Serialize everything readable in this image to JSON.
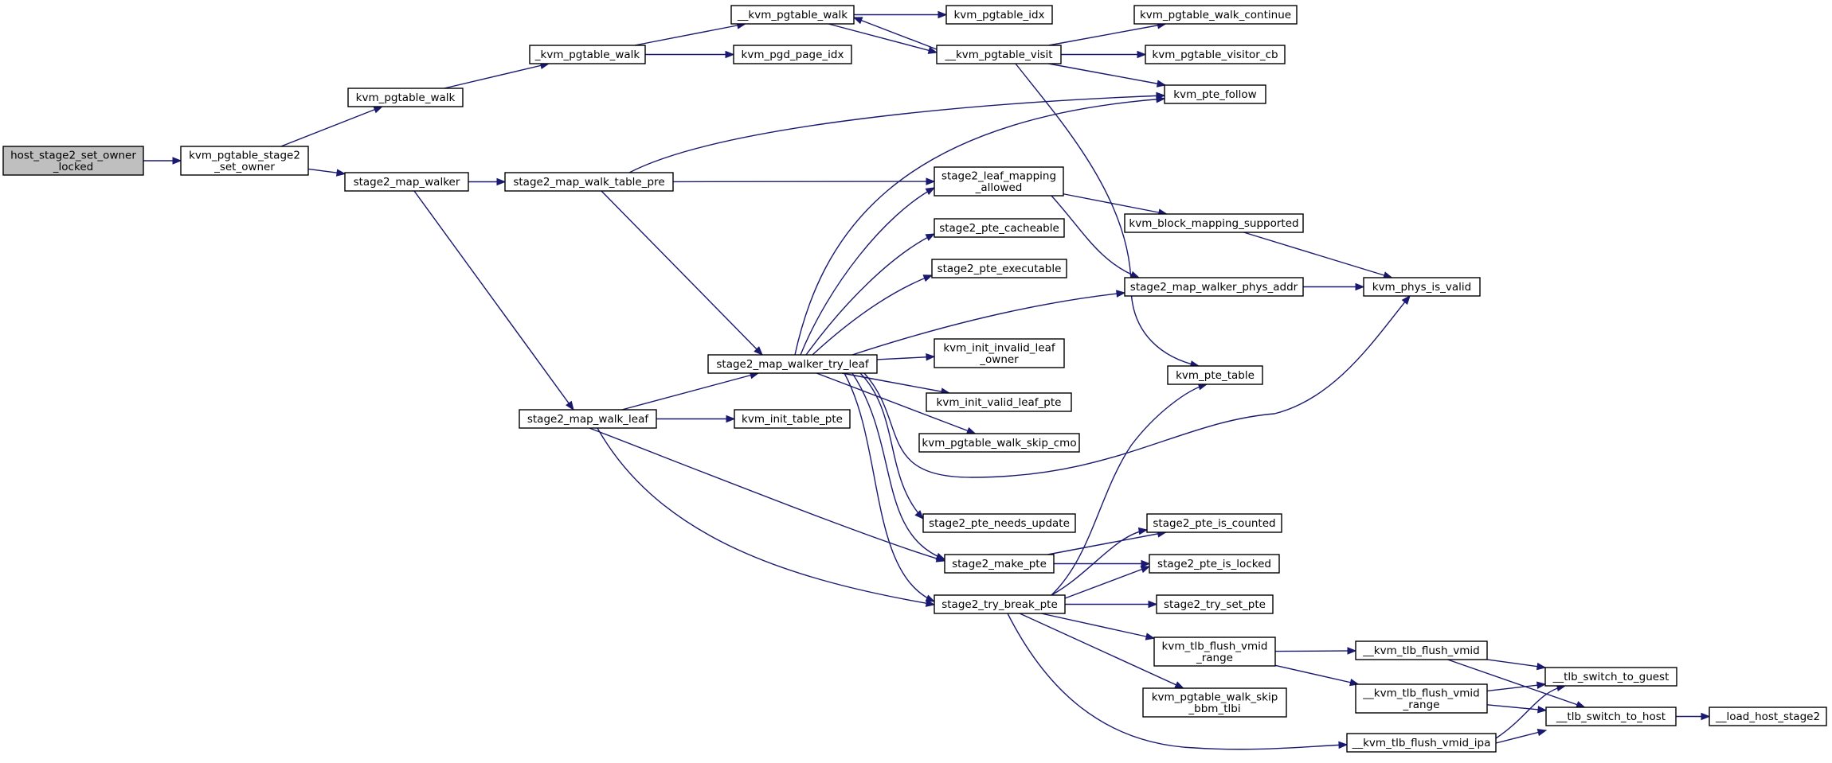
{
  "graph": {
    "colors": {
      "edge": "#191970",
      "root_fill": "#bfbfbf",
      "node_fill": "#ffffff",
      "node_border": "#000000"
    },
    "nodes": [
      {
        "id": "host_stage2_set_owner_locked",
        "lines": [
          "host_stage2_set_owner",
          "_locked"
        ],
        "root": true
      },
      {
        "id": "kvm_pgtable_stage2_set_owner",
        "lines": [
          "kvm_pgtable_stage2",
          "_set_owner"
        ]
      },
      {
        "id": "kvm_pgtable_walk",
        "lines": [
          "kvm_pgtable_walk"
        ]
      },
      {
        "id": "_kvm_pgtable_walk",
        "lines": [
          "_kvm_pgtable_walk"
        ]
      },
      {
        "id": "__kvm_pgtable_walk",
        "lines": [
          "__kvm_pgtable_walk"
        ]
      },
      {
        "id": "kvm_pgtable_idx",
        "lines": [
          "kvm_pgtable_idx"
        ]
      },
      {
        "id": "kvm_pgd_page_idx",
        "lines": [
          "kvm_pgd_page_idx"
        ]
      },
      {
        "id": "__kvm_pgtable_visit",
        "lines": [
          "__kvm_pgtable_visit"
        ]
      },
      {
        "id": "kvm_pgtable_walk_continue",
        "lines": [
          "kvm_pgtable_walk_continue"
        ]
      },
      {
        "id": "kvm_pgtable_visitor_cb",
        "lines": [
          "kvm_pgtable_visitor_cb"
        ]
      },
      {
        "id": "kvm_pte_follow",
        "lines": [
          "kvm_pte_follow"
        ]
      },
      {
        "id": "stage2_map_walker",
        "lines": [
          "stage2_map_walker"
        ]
      },
      {
        "id": "stage2_map_walk_table_pre",
        "lines": [
          "stage2_map_walk_table_pre"
        ]
      },
      {
        "id": "stage2_leaf_mapping_allowed",
        "lines": [
          "stage2_leaf_mapping",
          "_allowed"
        ]
      },
      {
        "id": "kvm_block_mapping_supported",
        "lines": [
          "kvm_block_mapping_supported"
        ]
      },
      {
        "id": "stage2_pte_cacheable",
        "lines": [
          "stage2_pte_cacheable"
        ]
      },
      {
        "id": "stage2_pte_executable",
        "lines": [
          "stage2_pte_executable"
        ]
      },
      {
        "id": "stage2_map_walker_phys_addr",
        "lines": [
          "stage2_map_walker_phys_addr"
        ]
      },
      {
        "id": "kvm_phys_is_valid",
        "lines": [
          "kvm_phys_is_valid"
        ]
      },
      {
        "id": "stage2_map_walker_try_leaf",
        "lines": [
          "stage2_map_walker_try_leaf"
        ]
      },
      {
        "id": "kvm_init_invalid_leaf_owner",
        "lines": [
          "kvm_init_invalid_leaf",
          "_owner"
        ]
      },
      {
        "id": "kvm_pte_table",
        "lines": [
          "kvm_pte_table"
        ]
      },
      {
        "id": "kvm_init_valid_leaf_pte",
        "lines": [
          "kvm_init_valid_leaf_pte"
        ]
      },
      {
        "id": "stage2_map_walk_leaf",
        "lines": [
          "stage2_map_walk_leaf"
        ]
      },
      {
        "id": "kvm_init_table_pte",
        "lines": [
          "kvm_init_table_pte"
        ]
      },
      {
        "id": "kvm_pgtable_walk_skip_cmo",
        "lines": [
          "kvm_pgtable_walk_skip_cmo"
        ]
      },
      {
        "id": "stage2_pte_needs_update",
        "lines": [
          "stage2_pte_needs_update"
        ]
      },
      {
        "id": "stage2_pte_is_counted",
        "lines": [
          "stage2_pte_is_counted"
        ]
      },
      {
        "id": "stage2_make_pte",
        "lines": [
          "stage2_make_pte"
        ]
      },
      {
        "id": "stage2_pte_is_locked",
        "lines": [
          "stage2_pte_is_locked"
        ]
      },
      {
        "id": "stage2_try_break_pte",
        "lines": [
          "stage2_try_break_pte"
        ]
      },
      {
        "id": "stage2_try_set_pte",
        "lines": [
          "stage2_try_set_pte"
        ]
      },
      {
        "id": "kvm_tlb_flush_vmid_range",
        "lines": [
          "kvm_tlb_flush_vmid",
          "_range"
        ]
      },
      {
        "id": "__kvm_tlb_flush_vmid",
        "lines": [
          "__kvm_tlb_flush_vmid"
        ]
      },
      {
        "id": "__tlb_switch_to_guest",
        "lines": [
          "__tlb_switch_to_guest"
        ]
      },
      {
        "id": "__kvm_tlb_flush_vmid_range",
        "lines": [
          "__kvm_tlb_flush_vmid",
          "_range"
        ]
      },
      {
        "id": "kvm_pgtable_walk_skip_bbm_tlbi",
        "lines": [
          "kvm_pgtable_walk_skip",
          "_bbm_tlbi"
        ]
      },
      {
        "id": "__tlb_switch_to_host",
        "lines": [
          "__tlb_switch_to_host"
        ]
      },
      {
        "id": "__load_host_stage2",
        "lines": [
          "__load_host_stage2"
        ]
      },
      {
        "id": "__kvm_tlb_flush_vmid_ipa",
        "lines": [
          "__kvm_tlb_flush_vmid_ipa"
        ]
      }
    ],
    "edges": [
      {
        "from": "host_stage2_set_owner_locked",
        "to": "kvm_pgtable_stage2_set_owner"
      },
      {
        "from": "kvm_pgtable_stage2_set_owner",
        "to": "kvm_pgtable_walk"
      },
      {
        "from": "kvm_pgtable_stage2_set_owner",
        "to": "stage2_map_walker"
      },
      {
        "from": "kvm_pgtable_walk",
        "to": "_kvm_pgtable_walk"
      },
      {
        "from": "_kvm_pgtable_walk",
        "to": "__kvm_pgtable_walk"
      },
      {
        "from": "_kvm_pgtable_walk",
        "to": "kvm_pgd_page_idx"
      },
      {
        "from": "__kvm_pgtable_walk",
        "to": "kvm_pgtable_idx"
      },
      {
        "from": "__kvm_pgtable_walk",
        "to": "__kvm_pgtable_visit"
      },
      {
        "from": "__kvm_pgtable_visit",
        "to": "__kvm_pgtable_walk"
      },
      {
        "from": "__kvm_pgtable_visit",
        "to": "kvm_pgtable_walk_continue"
      },
      {
        "from": "__kvm_pgtable_visit",
        "to": "kvm_pgtable_visitor_cb"
      },
      {
        "from": "__kvm_pgtable_visit",
        "to": "kvm_pte_follow"
      },
      {
        "from": "__kvm_pgtable_visit",
        "to": "kvm_pte_table"
      },
      {
        "from": "stage2_map_walker",
        "to": "stage2_map_walk_table_pre"
      },
      {
        "from": "stage2_map_walker",
        "to": "stage2_map_walk_leaf"
      },
      {
        "from": "stage2_map_walk_table_pre",
        "to": "kvm_pte_follow"
      },
      {
        "from": "stage2_map_walk_table_pre",
        "to": "stage2_leaf_mapping_allowed"
      },
      {
        "from": "stage2_map_walk_table_pre",
        "to": "stage2_map_walker_try_leaf"
      },
      {
        "from": "stage2_leaf_mapping_allowed",
        "to": "kvm_block_mapping_supported"
      },
      {
        "from": "stage2_leaf_mapping_allowed",
        "to": "stage2_map_walker_phys_addr"
      },
      {
        "from": "kvm_block_mapping_supported",
        "to": "kvm_phys_is_valid"
      },
      {
        "from": "stage2_map_walker_phys_addr",
        "to": "kvm_phys_is_valid"
      },
      {
        "from": "stage2_map_walker_try_leaf",
        "to": "kvm_pte_follow"
      },
      {
        "from": "stage2_map_walker_try_leaf",
        "to": "stage2_leaf_mapping_allowed"
      },
      {
        "from": "stage2_map_walker_try_leaf",
        "to": "stage2_pte_cacheable"
      },
      {
        "from": "stage2_map_walker_try_leaf",
        "to": "stage2_pte_executable"
      },
      {
        "from": "stage2_map_walker_try_leaf",
        "to": "stage2_map_walker_phys_addr"
      },
      {
        "from": "stage2_map_walker_try_leaf",
        "to": "kvm_init_invalid_leaf_owner"
      },
      {
        "from": "stage2_map_walker_try_leaf",
        "to": "kvm_init_valid_leaf_pte"
      },
      {
        "from": "stage2_map_walker_try_leaf",
        "to": "kvm_pgtable_walk_skip_cmo"
      },
      {
        "from": "stage2_map_walker_try_leaf",
        "to": "kvm_phys_is_valid"
      },
      {
        "from": "stage2_map_walker_try_leaf",
        "to": "stage2_pte_needs_update"
      },
      {
        "from": "stage2_map_walker_try_leaf",
        "to": "stage2_make_pte"
      },
      {
        "from": "stage2_map_walker_try_leaf",
        "to": "stage2_try_break_pte"
      },
      {
        "from": "stage2_map_walk_leaf",
        "to": "stage2_map_walker_try_leaf"
      },
      {
        "from": "stage2_map_walk_leaf",
        "to": "kvm_init_table_pte"
      },
      {
        "from": "stage2_map_walk_leaf",
        "to": "stage2_make_pte"
      },
      {
        "from": "stage2_map_walk_leaf",
        "to": "stage2_try_break_pte"
      },
      {
        "from": "stage2_make_pte",
        "to": "stage2_pte_is_counted"
      },
      {
        "from": "stage2_make_pte",
        "to": "stage2_pte_is_locked"
      },
      {
        "from": "stage2_try_break_pte",
        "to": "kvm_pte_table"
      },
      {
        "from": "stage2_try_break_pte",
        "to": "stage2_pte_is_counted"
      },
      {
        "from": "stage2_try_break_pte",
        "to": "stage2_pte_is_locked"
      },
      {
        "from": "stage2_try_break_pte",
        "to": "stage2_try_set_pte"
      },
      {
        "from": "stage2_try_break_pte",
        "to": "kvm_tlb_flush_vmid_range"
      },
      {
        "from": "stage2_try_break_pte",
        "to": "kvm_pgtable_walk_skip_bbm_tlbi"
      },
      {
        "from": "stage2_try_break_pte",
        "to": "__kvm_tlb_flush_vmid_ipa"
      },
      {
        "from": "kvm_tlb_flush_vmid_range",
        "to": "__kvm_tlb_flush_vmid"
      },
      {
        "from": "kvm_tlb_flush_vmid_range",
        "to": "__kvm_tlb_flush_vmid_range"
      },
      {
        "from": "__kvm_tlb_flush_vmid",
        "to": "__tlb_switch_to_guest"
      },
      {
        "from": "__kvm_tlb_flush_vmid",
        "to": "__tlb_switch_to_host"
      },
      {
        "from": "__kvm_tlb_flush_vmid_range",
        "to": "__tlb_switch_to_guest"
      },
      {
        "from": "__kvm_tlb_flush_vmid_range",
        "to": "__tlb_switch_to_host"
      },
      {
        "from": "__kvm_tlb_flush_vmid_ipa",
        "to": "__tlb_switch_to_guest"
      },
      {
        "from": "__kvm_tlb_flush_vmid_ipa",
        "to": "__tlb_switch_to_host"
      },
      {
        "from": "__tlb_switch_to_host",
        "to": "__load_host_stage2"
      }
    ]
  }
}
